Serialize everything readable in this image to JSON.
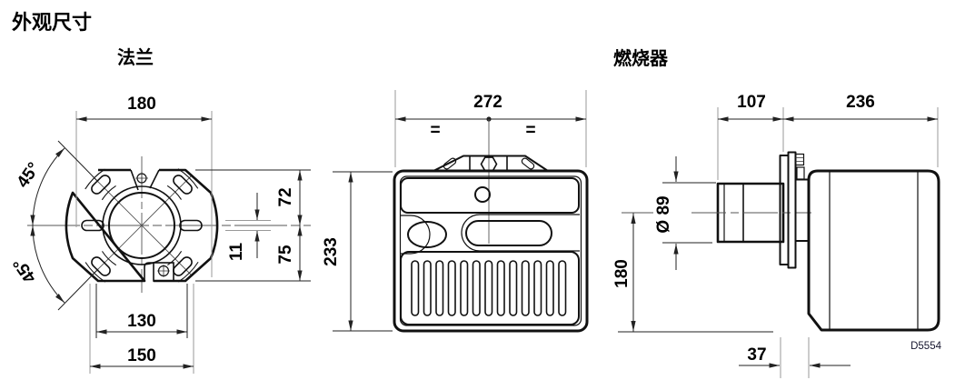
{
  "page": {
    "title": "外观尺寸",
    "figure_id": "D5554"
  },
  "flange_view": {
    "label": "法兰",
    "dims": {
      "overall_width": "180",
      "upper_angle": "45°",
      "lower_angle": "45°",
      "upper_height": "72",
      "lower_height": "75",
      "slot_width": "11",
      "bolt_spacing": "130",
      "base_width": "150"
    }
  },
  "front_view": {
    "dims": {
      "width": "272",
      "height": "233"
    },
    "equal_marks": {
      "left": "=",
      "right": "="
    }
  },
  "side_view": {
    "label": "燃烧器",
    "dims": {
      "tube_length": "107",
      "housing_length": "236",
      "tube_diameter": "Ø 89",
      "axis_height": "180",
      "flange_offset": "37"
    }
  },
  "colors": {
    "line": "#111111",
    "extension": "#999999",
    "text": "#000000",
    "background": "#ffffff"
  }
}
